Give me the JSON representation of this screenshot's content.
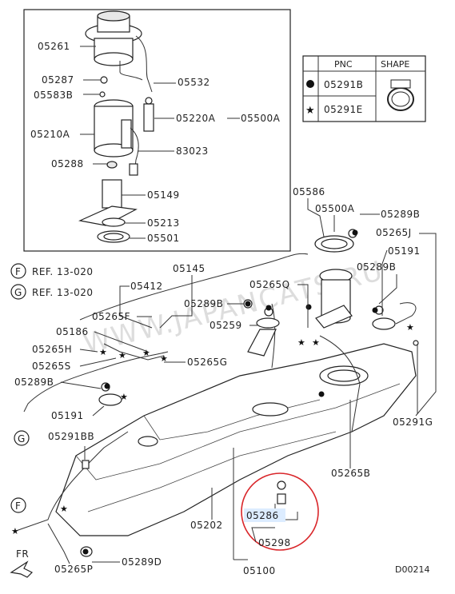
{
  "inset_labels": [
    "05261",
    "05287",
    "05583B",
    "05532",
    "05210A",
    "05220A",
    "05500A",
    "83023",
    "05288",
    "05149",
    "05213",
    "05501"
  ],
  "legend": {
    "header_pnc": "PNC",
    "header_shape": "SHAPE",
    "rows": [
      "05291B",
      "05291E"
    ]
  },
  "main_labels": {
    "l05586": "05586",
    "l05500A": "05500A",
    "l05289B_a": "05289B",
    "l05265J": "05265J",
    "l05191_a": "05191",
    "l05289B_b": "05289B",
    "ref_f_text": "REF. 13-020",
    "ref_g_text": "REF. 13-020",
    "ref_f_letter": "F",
    "ref_g_letter": "G",
    "l05145": "05145",
    "l05412": "05412",
    "l05265Q": "05265Q",
    "l05289B_c": "05289B",
    "l05265F": "05265F",
    "l05259": "05259",
    "l05186": "05186",
    "l05265H": "05265H",
    "l05265S": "05265S",
    "l05265G": "05265G",
    "l05289B_d": "05289B",
    "l05191_b": "05191",
    "l05291G": "05291G",
    "g_letter2": "G",
    "l05291BB": "05291BB",
    "l05265B": "05265B",
    "f_letter2": "F",
    "l05286": "05286",
    "l05202": "05202",
    "l05298": "05298",
    "l05265P": "05265P",
    "l05289D": "05289D",
    "l05100": "05100",
    "fr": "FR",
    "diagram_code": "D00214"
  },
  "watermark": "WWW.JAPANCATS.RU",
  "colors": {
    "highlight_circle": "#d9262a",
    "highlight_label_bg": "#dcecff"
  }
}
